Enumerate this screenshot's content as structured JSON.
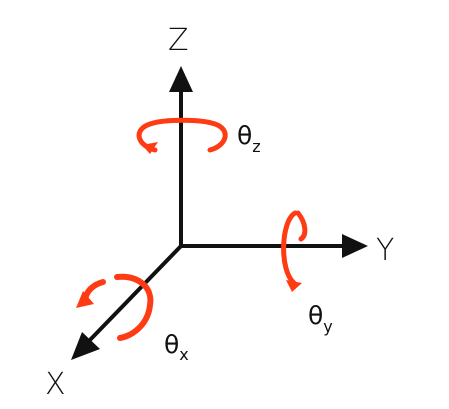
{
  "axes": {
    "z_label": "Z",
    "y_label": "Y",
    "x_label": "X"
  },
  "rotations": {
    "theta_symbol": "θ",
    "z_sub": "z",
    "y_sub": "y",
    "x_sub": "x"
  },
  "colors": {
    "axis": "#111111",
    "rotation": "#ff3b14"
  }
}
